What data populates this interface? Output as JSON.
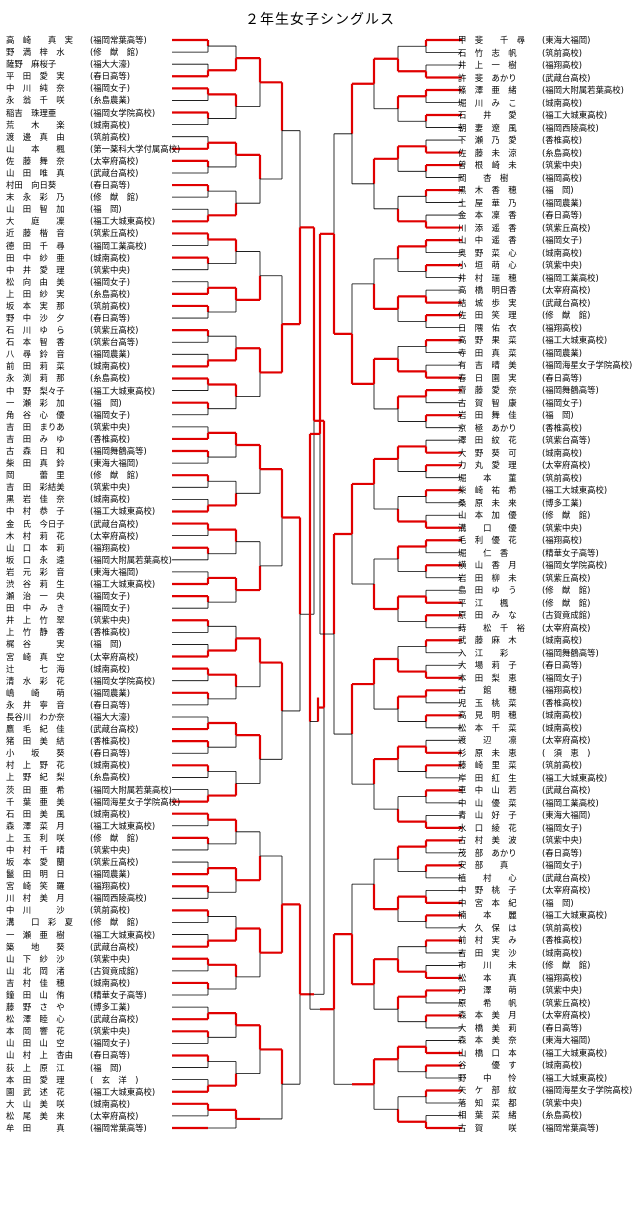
{
  "title": "２年生女子シングルス",
  "left_players": [
    {
      "name": "高　崎　　真　実",
      "school": "(福岡常葉高等)"
    },
    {
      "name": "野　満　梓　水",
      "school": "(修　猷　館)"
    },
    {
      "name": "薩野　麻桜子",
      "school": "(福大大濠)"
    },
    {
      "name": "平　田　愛　実",
      "school": "(春日高等)"
    },
    {
      "name": "中　川　純　奈",
      "school": "(福岡女子)"
    },
    {
      "name": "永　翁　千　咲",
      "school": "(糸島農業)"
    },
    {
      "name": "稲吉　珠理亜",
      "school": "(福岡女学院高校)"
    },
    {
      "name": "荒　　木　　楽",
      "school": "(城南高校)"
    },
    {
      "name": "渡　邊　真　由",
      "school": "(筑前高校)"
    },
    {
      "name": "山　　本　　楓",
      "school": "(第一薬科大学付属高校)"
    },
    {
      "name": "佐　藤　舞　奈",
      "school": "(太宰府高校)"
    },
    {
      "name": "山　田　唯　真",
      "school": "(武蔵台高校)"
    },
    {
      "name": "村田　向日葵",
      "school": "(春日高等)"
    },
    {
      "name": "末　永　彩　乃",
      "school": "(修　猷　館)"
    },
    {
      "name": "山　田　智　加",
      "school": "(福　岡)"
    },
    {
      "name": "大　　庭　　凜",
      "school": "(福工大城東高校)"
    },
    {
      "name": "近　藤　楷　音",
      "school": "(筑紫丘高校)"
    },
    {
      "name": "德　田　千　尋",
      "school": "(福岡工業高校)"
    },
    {
      "name": "田　中　紗　亜",
      "school": "(城南高校)"
    },
    {
      "name": "中　井　愛　理",
      "school": "(筑紫中央)"
    },
    {
      "name": "松　向　由　美",
      "school": "(福岡女子)"
    },
    {
      "name": "上　田　紗　実",
      "school": "(糸島高校)"
    },
    {
      "name": "坂　本　実　那",
      "school": "(筑前高校)"
    },
    {
      "name": "野　中　沙　夕",
      "school": "(春日高等)"
    },
    {
      "name": "石　川　ゆ　ら",
      "school": "(筑紫丘高校)"
    },
    {
      "name": "石　本　智　香",
      "school": "(筑紫台高等)"
    },
    {
      "name": "八　尋　鈴　音",
      "school": "(福岡農業)"
    },
    {
      "name": "前　田　莉　菜",
      "school": "(城南高校)"
    },
    {
      "name": "永　渕　莉　那",
      "school": "(糸島高校)"
    },
    {
      "name": "中　野　梨々子",
      "school": "(福工大城東高校)"
    },
    {
      "name": "一　瀬　彩　加",
      "school": "(福　岡)"
    },
    {
      "name": "角　谷　心　優",
      "school": "(福岡女子)"
    },
    {
      "name": "吉　田　まりあ",
      "school": "(筑紫中央)"
    },
    {
      "name": "吉　田　み　ゆ",
      "school": "(香椎高校)"
    },
    {
      "name": "古　森　日　和",
      "school": "(福岡舞鶴高等)"
    },
    {
      "name": "柴　田　真　鈴",
      "school": "(東海大福岡)"
    },
    {
      "name": "岡　　　蕾　里",
      "school": "(修　猷　館)"
    },
    {
      "name": "吉　田　彩結美",
      "school": "(筑紫中央)"
    },
    {
      "name": "黒　岩　佳　奈",
      "school": "(城南高校)"
    },
    {
      "name": "中　村　恭　子",
      "school": "(福工大城東高校)"
    },
    {
      "name": "金　氏　今日子",
      "school": "(武蔵台高校)"
    },
    {
      "name": "木　村　莉　花",
      "school": "(太宰府高校)"
    },
    {
      "name": "山　口　本　莉",
      "school": "(福翔高校)"
    },
    {
      "name": "坂　口　永　遠",
      "school": "(福岡大附属若葉高校)"
    },
    {
      "name": "岩　元　彩　音",
      "school": "(東海大福岡)"
    },
    {
      "name": "渋　谷　莉　生",
      "school": "(福工大城東高校)"
    },
    {
      "name": "瀬　治　一　央",
      "school": "(福岡女子)"
    },
    {
      "name": "田　中　み　き",
      "school": "(福岡女子)"
    },
    {
      "name": "井　上　竹　翠",
      "school": "(筑紫中央)"
    },
    {
      "name": "上　竹　静　香",
      "school": "(香椎高校)"
    },
    {
      "name": "梶　谷　　　実",
      "school": "(福　岡)"
    },
    {
      "name": "宮　崎　真　空",
      "school": "(太宰府高校)"
    },
    {
      "name": "辻　　　七　海",
      "school": "(城南高校)"
    },
    {
      "name": "清　水　彩　花",
      "school": "(福岡女学院高校)"
    },
    {
      "name": "嶋　　崎　　萌",
      "school": "(福岡農業)"
    },
    {
      "name": "永　井　寧　音",
      "school": "(春日高等)"
    },
    {
      "name": "長谷川　わか奈",
      "school": "(福大大濠)"
    },
    {
      "name": "鷹　毛　紀　佳",
      "school": "(武蔵台高校)"
    },
    {
      "name": "猪　田　美　結",
      "school": "(香椎高校)"
    },
    {
      "name": "小　　坂　　葵",
      "school": "(春日高等)"
    },
    {
      "name": "村　上　野　花",
      "school": "(城南高校)"
    },
    {
      "name": "上　野　紀　梨",
      "school": "(糸島高校)"
    },
    {
      "name": "茨　田　亜　希",
      "school": "(福岡大附属若葉高校)"
    },
    {
      "name": "千　葉　亜　美",
      "school": "(福岡海星女子学院高校)"
    },
    {
      "name": "石　田　美　風",
      "school": "(城南高校)"
    },
    {
      "name": "森　澤　菜　月",
      "school": "(福工大城東高校)"
    },
    {
      "name": "上　玉　利　咲",
      "school": "(修　猷　館)"
    },
    {
      "name": "中　村　千　晴",
      "school": "(筑紫中央)"
    },
    {
      "name": "坂　本　愛　蘭",
      "school": "(筑紫丘高校)"
    },
    {
      "name": "鬣　田　明　日",
      "school": "(福岡農業)"
    },
    {
      "name": "宮　崎　笑　羅",
      "school": "(福翔高校)"
    },
    {
      "name": "川　村　美　月",
      "school": "(福岡西陵高校)"
    },
    {
      "name": "中　川　　　沙",
      "school": "(筑前高校)"
    },
    {
      "name": "溝　　口　彩　夏",
      "school": "(修　猷　館)"
    },
    {
      "name": "一　瀬　亜　樹",
      "school": "(福工大城東高校)"
    },
    {
      "name": "築　　地　　葵",
      "school": "(武蔵台高校)"
    },
    {
      "name": "山　下　紗　沙",
      "school": "(筑紫中央)"
    },
    {
      "name": "山　北　岡　渚",
      "school": "(古賀竟成館)"
    },
    {
      "name": "吉　村　佳　穂",
      "school": "(城南高校)"
    },
    {
      "name": "鐘　田　山　侑",
      "school": "(精華女子高等)"
    },
    {
      "name": "藤　野　さ　や",
      "school": "(博多工業)"
    },
    {
      "name": "松　澤　睦　心",
      "school": "(武蔵台高校)"
    },
    {
      "name": "本　岡　響　花",
      "school": "(筑紫中央)"
    },
    {
      "name": "山　田　山　空",
      "school": "(福岡女子)"
    },
    {
      "name": "山　村　上　杏由",
      "school": "(春日高等)"
    },
    {
      "name": "荻　上　原　江",
      "school": "(福　岡)"
    },
    {
      "name": "本　田　愛　理",
      "school": "(　玄　洋　)"
    },
    {
      "name": "園　武　述　花",
      "school": "(福工大城東高校)"
    },
    {
      "name": "大　山　美　咲",
      "school": "(城南高校)"
    },
    {
      "name": "松　尾　美　来",
      "school": "(太宰府高校)"
    },
    {
      "name": "牟　田　　　真",
      "school": "(福岡常葉高等)"
    }
  ],
  "right_players": [
    {
      "name": "甲　斐　　千　尋",
      "school": "(東海大福岡)"
    },
    {
      "name": "石　竹　志　帆",
      "school": "(筑前高校)"
    },
    {
      "name": "井　上　一　樹",
      "school": "(福翔高校)"
    },
    {
      "name": "許　斐　あかり",
      "school": "(武蔵台高校)"
    },
    {
      "name": "篠　澤　亜　緒",
      "school": "(福岡大附属若葉高校)"
    },
    {
      "name": "堀　川　み　こ",
      "school": "(城南高校)"
    },
    {
      "name": "石　　井　　愛",
      "school": "(福工大城東高校)"
    },
    {
      "name": "朝　妻　遼　風",
      "school": "(福岡西陵高校)"
    },
    {
      "name": "下　瀬　乃　愛",
      "school": "(香椎高校)"
    },
    {
      "name": "佐　藤　未　涼",
      "school": "(糸島高校)"
    },
    {
      "name": "曽　根　崎　未",
      "school": "(筑紫中央)"
    },
    {
      "name": "岡　　杏　樹",
      "school": "(福岡高校)"
    },
    {
      "name": "黒　木　香　穂",
      "school": "(福　岡)"
    },
    {
      "name": "土　屋　華　乃",
      "school": "(福岡農業)"
    },
    {
      "name": "金　本　凜　香",
      "school": "(春日高等)"
    },
    {
      "name": "川　添　遥　香",
      "school": "(筑紫丘高校)"
    },
    {
      "name": "山　中　遥　香",
      "school": "(福岡女子)"
    },
    {
      "name": "奥　野　菜　心",
      "school": "(城南高校)"
    },
    {
      "name": "小　垣　萌　心",
      "school": "(筑紫中央)"
    },
    {
      "name": "井　村　瑞　穂",
      "school": "(福岡工業高校)"
    },
    {
      "name": "高　橋　明日香",
      "school": "(太宰府高校)"
    },
    {
      "name": "結　城　歩　実",
      "school": "(武蔵台高校)"
    },
    {
      "name": "佐　田　笑　理",
      "school": "(修　猷　館)"
    },
    {
      "name": "日　隈　佑　衣",
      "school": "(福翔高校)"
    },
    {
      "name": "高　野　果　菜",
      "school": "(福工大城東高校)"
    },
    {
      "name": "寺　田　真　菜",
      "school": "(福岡農業)"
    },
    {
      "name": "有　吉　晴　美",
      "school": "(福岡海星女子学院高校)"
    },
    {
      "name": "春　日　園　実",
      "school": "(春日高等)"
    },
    {
      "name": "齋　藤　愛　奈",
      "school": "(福岡舞鶴高等)"
    },
    {
      "name": "古　賀　智　康",
      "school": "(福岡女子)"
    },
    {
      "name": "岩　田　舞　佳",
      "school": "(福　岡)"
    },
    {
      "name": "京　極　あかり",
      "school": "(香椎高校)"
    },
    {
      "name": "澤　田　紋　花",
      "school": "(筑紫台高等)"
    },
    {
      "name": "大　野　葵　可",
      "school": "(城南高校)"
    },
    {
      "name": "力　丸　愛　理",
      "school": "(太宰府高校)"
    },
    {
      "name": "堀　　本　　菫",
      "school": "(筑前高校)"
    },
    {
      "name": "柴　崎　祐　希",
      "school": "(福工大城東高校)"
    },
    {
      "name": "桑　原　未　来",
      "school": "(博多工業)"
    },
    {
      "name": "山　本　加　優",
      "school": "(修　猷　館)"
    },
    {
      "name": "溝　　口　　優",
      "school": "(筑紫中央)"
    },
    {
      "name": "毛　利　優　花",
      "school": "(福翔高校)"
    },
    {
      "name": "堀　　仁　香",
      "school": "(精華女子高等)"
    },
    {
      "name": "横　山　香　月",
      "school": "(福岡女学院高校)"
    },
    {
      "name": "岩　田　柳　未",
      "school": "(筑紫丘高校)"
    },
    {
      "name": "島　田　ゆ　う",
      "school": "(修　猷　館)"
    },
    {
      "name": "平　江　　楓",
      "school": "(修　猷　館)"
    },
    {
      "name": "原　田　み　な",
      "school": "(古賀竟成館)"
    },
    {
      "name": "蒔　　松　千　裕",
      "school": "(太宰府高校)"
    },
    {
      "name": "武　藤　麻　木",
      "school": "(城南高校)"
    },
    {
      "name": "入　江　　彩",
      "school": "(福岡舞鶴高等)"
    },
    {
      "name": "大　場　莉　子",
      "school": "(春日高等)"
    },
    {
      "name": "本　田　梨　恵",
      "school": "(福岡女子)"
    },
    {
      "name": "古　　館　　穂",
      "school": "(福翔高校)"
    },
    {
      "name": "児　玉　桃　菜",
      "school": "(香椎高校)"
    },
    {
      "name": "高　見　明　穂",
      "school": "(城南高校)"
    },
    {
      "name": "松　本　千　菜",
      "school": "(城南高校)"
    },
    {
      "name": "渡　　辺　　凛",
      "school": "(太宰府高校)"
    },
    {
      "name": "杉　原　未　恵",
      "school": "(　須　恵　)"
    },
    {
      "name": "藤　崎　里　菜",
      "school": "(筑前高校)"
    },
    {
      "name": "岸　田　紅　生",
      "school": "(福工大城東高校)"
    },
    {
      "name": "車　中　山　若",
      "school": "(武蔵台高校)"
    },
    {
      "name": "中　山　優　菜",
      "school": "(福岡工業高校)"
    },
    {
      "name": "青　山　好　子",
      "school": "(東海大福岡)"
    },
    {
      "name": "水　口　綾　花",
      "school": "(福岡女子)"
    },
    {
      "name": "古　村　美　波",
      "school": "(筑紫中央)"
    },
    {
      "name": "茂　部　あかり",
      "school": "(春日高等)"
    },
    {
      "name": "安　部　　真",
      "school": "(福岡女子)"
    },
    {
      "name": "植　　村　　心",
      "school": "(武蔵台高校)"
    },
    {
      "name": "中　野　桃　子",
      "school": "(太宰府高校)"
    },
    {
      "name": "中　宮　本　紀",
      "school": "(福　岡)"
    },
    {
      "name": "楠　　本　　麗",
      "school": "(福工大城東高校)"
    },
    {
      "name": "大　久　保　は",
      "school": "(筑前高校)"
    },
    {
      "name": "前　村　実　み",
      "school": "(香椎高校)"
    },
    {
      "name": "吉　田　実　沙",
      "school": "(城南高校)"
    },
    {
      "name": "市　　川　　未",
      "school": "(修　猷　館)"
    },
    {
      "name": "松　　本　　真",
      "school": "(福翔高校)"
    },
    {
      "name": "丹　　澤　　萌",
      "school": "(筑紫中央)"
    },
    {
      "name": "原　　希　　帆",
      "school": "(筑紫丘高校)"
    },
    {
      "name": "森　本　美　月",
      "school": "(太宰府高校)"
    },
    {
      "name": "大　橋　美　莉",
      "school": "(春日高等)"
    },
    {
      "name": "森　本　美　奈",
      "school": "(東海大福岡)"
    },
    {
      "name": "山　橋　口　本",
      "school": "(福工大城東高校)"
    },
    {
      "name": "谷　　　優　す",
      "school": "(城南高校)"
    },
    {
      "name": "野　　中　　怜",
      "school": "(福工大城東高校)"
    },
    {
      "name": "矢　ケ　部　紋",
      "school": "(福岡海星女子学院高校)"
    },
    {
      "name": "落　知　菜　都",
      "school": "(筑紫中央)"
    },
    {
      "name": "相　葉　菜　緒",
      "school": "(糸島高校)"
    },
    {
      "name": "古　賀　　　咲",
      "school": "(福岡常葉高等)"
    }
  ]
}
